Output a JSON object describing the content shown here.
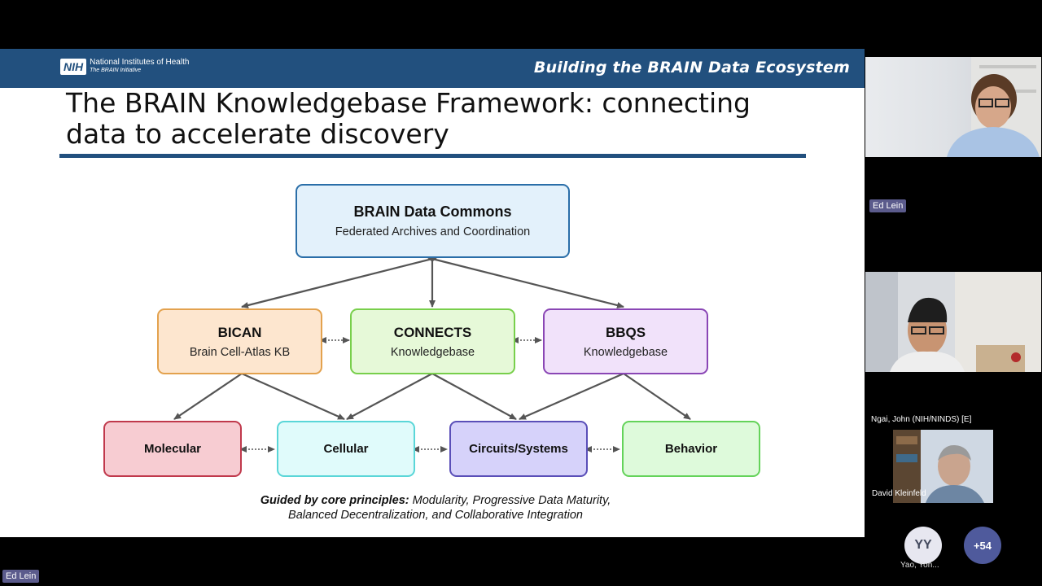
{
  "slide": {
    "nih_logo": {
      "badge": "NIH",
      "line1": "National Institutes of Health",
      "line2": "The BRAIN Initiative"
    },
    "banner_title": "Building the BRAIN Data Ecosystem",
    "title_line1": "The BRAIN Knowledgebase Framework: connecting",
    "title_line2": "data to accelerate discovery",
    "diagram": {
      "commons": {
        "title": "BRAIN Data Commons",
        "subtitle": "Federated Archives and Coordination"
      },
      "bican": {
        "title": "BICAN",
        "subtitle": "Brain Cell-Atlas KB"
      },
      "connects": {
        "title": "CONNECTS",
        "subtitle": "Knowledgebase"
      },
      "bbqs": {
        "title": "BBQS",
        "subtitle": "Knowledgebase"
      },
      "molecular": "Molecular",
      "cellular": "Cellular",
      "circuits": "Circuits/Systems",
      "behavior": "Behavior"
    },
    "principles_lead": "Guided by core principles:",
    "principles_rest1": " Modularity, Progressive Data Maturity,",
    "principles_line2": "Balanced Decentralization, and Collaborative Integration"
  },
  "participants": {
    "speaker_tag": "Ed Lein",
    "tile2_name": "Ngai, John (NIH/NINDS) [E]",
    "tile3_name": "David Kleinfeld",
    "avatar_initials": "YY",
    "avatar_name": "Yao, Yon...",
    "more_count": "+54",
    "bottom_tag": "Ed Lein"
  },
  "colors": {
    "banner": "#22507e",
    "commons_border": "#2a6ea8",
    "commons_fill": "#e3f1fb",
    "bican_border": "#e3a24e",
    "bican_fill": "#fde6cf",
    "connects_border": "#78cf4b",
    "connects_fill": "#e6f9d8",
    "bbqs_border": "#8a46b5",
    "bbqs_fill": "#f1e2fa",
    "molecular_border": "#c0394c",
    "molecular_fill": "#f7ccd2",
    "cellular_border": "#5ad6d8",
    "cellular_fill": "#e0fbfb",
    "circuits_border": "#5a4fb8",
    "circuits_fill": "#d6d2fa",
    "behavior_border": "#64d35a",
    "behavior_fill": "#defadb"
  }
}
